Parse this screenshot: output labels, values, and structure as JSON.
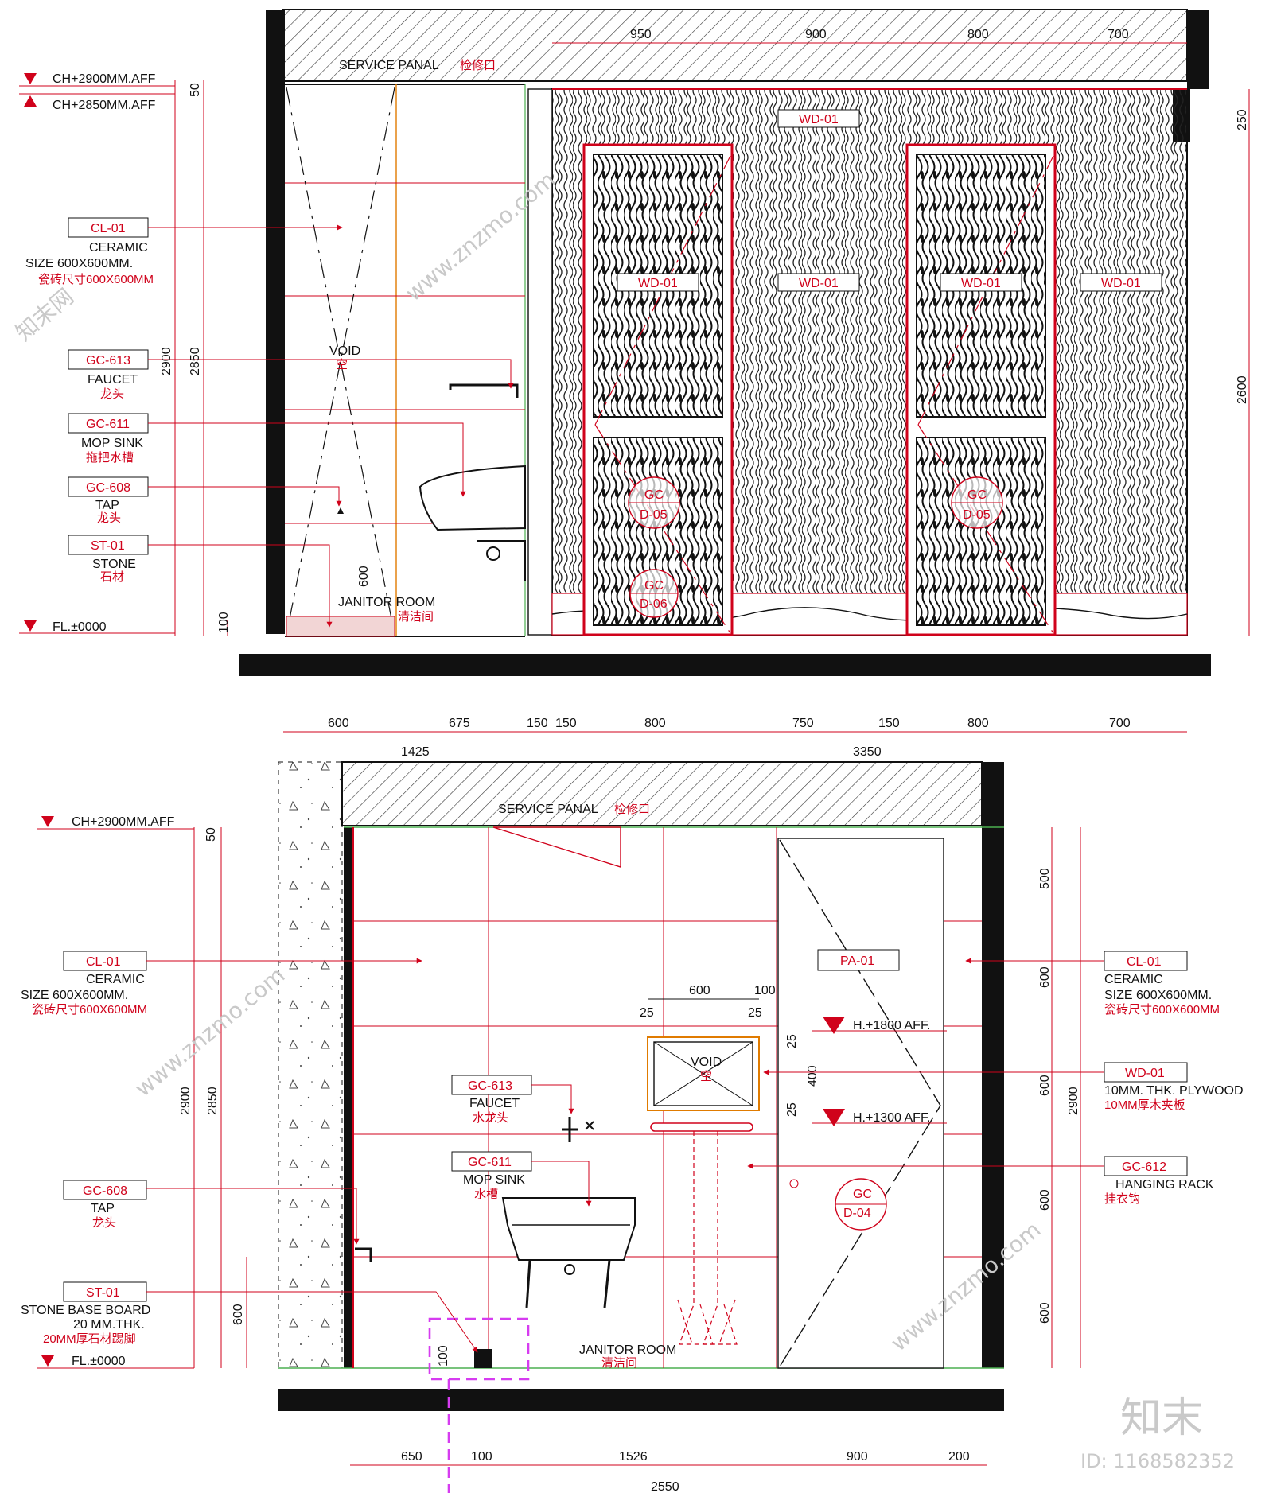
{
  "top": {
    "levels": {
      "ch2900": "CH+2900MM.AFF",
      "ch2850": "CH+2850MM.AFF",
      "fl": "FL.±0000"
    },
    "service_panel": "SERVICE PANAL",
    "service_panel_cn": "检修口",
    "void": "VOID",
    "void_cn": "空",
    "room": "JANITOR ROOM",
    "room_cn": "清洁间",
    "callouts": [
      {
        "code": "CL-01",
        "l1": "CERAMIC",
        "l2": "SIZE 600X600MM.",
        "cn": "瓷砖尺寸600X600MM"
      },
      {
        "code": "GC-613",
        "l1": "FAUCET",
        "l2": "",
        "cn": "龙头"
      },
      {
        "code": "GC-611",
        "l1": "MOP SINK",
        "l2": "",
        "cn": "拖把水槽"
      },
      {
        "code": "GC-608",
        "l1": "TAP",
        "l2": "",
        "cn": "龙头"
      },
      {
        "code": "ST-01",
        "l1": "STONE",
        "l2": "",
        "cn": "石材"
      }
    ],
    "panel_tags": [
      "WD-01",
      "WD-01",
      "WD-01",
      "WD-01",
      "WD-01"
    ],
    "door_tags": [
      {
        "a": "GC",
        "b": "D-05"
      },
      {
        "a": "GC",
        "b": "D-06"
      },
      {
        "a": "GC",
        "b": "D-05"
      }
    ],
    "dims_top": [
      "950",
      "900",
      "800",
      "700"
    ],
    "dims_left": [
      "50",
      "2900",
      "2850",
      "600",
      "100"
    ],
    "dims_right": [
      "250",
      "2600"
    ],
    "dims_bottom": [
      "600",
      "675",
      "150",
      "150",
      "800",
      "750",
      "150",
      "800",
      "700"
    ],
    "dims_bottom_total": [
      "1425",
      "3350"
    ]
  },
  "bottom": {
    "levels": {
      "ch2900": "CH+2900MM.AFF",
      "fl": "FL.±0000",
      "h1800": "H.+1800 AFF.",
      "h1300": "H.+1300 AFF."
    },
    "service_panel": "SERVICE PANAL",
    "service_panel_cn": "检修口",
    "void": "VOID",
    "void_cn": "空",
    "room": "JANITOR ROOM",
    "room_cn": "清洁间",
    "left_callouts": [
      {
        "code": "CL-01",
        "l1": "CERAMIC",
        "l2": "SIZE 600X600MM.",
        "cn": "瓷砖尺寸600X600MM"
      },
      {
        "code": "GC-608",
        "l1": "TAP",
        "l2": "",
        "cn": "龙头"
      },
      {
        "code": "ST-01",
        "l1": "STONE BASE BOARD",
        "l2": "20 MM.THK.",
        "cn": "20MM厚石材踢脚"
      }
    ],
    "mid_callouts": [
      {
        "code": "GC-613",
        "l1": "FAUCET",
        "cn": "水龙头"
      },
      {
        "code": "GC-611",
        "l1": "MOP SINK",
        "cn": "水槽"
      }
    ],
    "right_callouts": [
      {
        "code": "CL-01",
        "l1": "CERAMIC",
        "l2": "SIZE 600X600MM.",
        "cn": "瓷砖尺寸600X600MM"
      },
      {
        "code": "WD-01",
        "l1": "10MM. THK. PLYWOOD",
        "l2": "",
        "cn": "10MM厚木夹板"
      },
      {
        "code": "GC-612",
        "l1": "HANGING RACK",
        "l2": "",
        "cn": "挂衣钩"
      }
    ],
    "pa_tag": "PA-01",
    "door_tag": {
      "a": "GC",
      "b": "D-04"
    },
    "mirror_dims": [
      "600",
      "100",
      "25",
      "25",
      "25",
      "400",
      "25"
    ],
    "dims_left": [
      "50",
      "2900",
      "2850",
      "600",
      "100"
    ],
    "dims_right": [
      "500",
      "600",
      "600",
      "600",
      "600",
      "2900"
    ],
    "dims_bottom": [
      "650",
      "100",
      "1526",
      "900",
      "200"
    ],
    "dims_bottom_total": "2550"
  },
  "watermark": {
    "brand": "知末",
    "id": "ID: 1168582352",
    "site": "www.znzmo.com",
    "site_cn": "知末网"
  },
  "colors": {
    "red": "#d0021b",
    "orange": "#e07b00",
    "black": "#111111",
    "magenta": "#d63cf0",
    "green": "#4caf50"
  }
}
